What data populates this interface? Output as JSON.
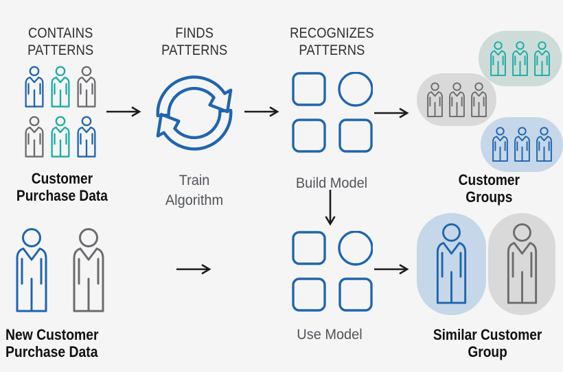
{
  "colors": {
    "blue": "#1e64ad",
    "teal": "#17ada3",
    "gray": "#6a6b6e",
    "blue_fill": "#c5d7e8",
    "teal_fill": "#cddcd9",
    "gray_fill": "#d8d9d8",
    "arrow": "#1c1c1c",
    "icon_blue": "#2065ae",
    "background": "#f5f5f6"
  },
  "top_row": {
    "contains_header": "CONTAINS\nPATTERNS",
    "finds_header": "FINDS\nPATTERNS",
    "recognizes_header": "RECOGNIZES\nPATTERNS",
    "customer_data_label": "Customer\nPurchase Data",
    "train_label": "Train\nAlgorithm",
    "build_label": "Build Model",
    "groups_label": "Customer\nGroups",
    "source_people": [
      [
        "blue",
        "teal",
        "gray"
      ],
      [
        "gray",
        "teal",
        "blue"
      ]
    ],
    "group_pills": [
      {
        "name": "teal-customer-group",
        "fill": "teal_fill",
        "people": [
          "teal",
          "teal",
          "teal"
        ]
      },
      {
        "name": "gray-customer-group",
        "fill": "gray_fill",
        "people": [
          "gray",
          "gray",
          "gray"
        ]
      },
      {
        "name": "blue-customer-group",
        "fill": "blue_fill",
        "people": [
          "blue",
          "blue",
          "blue"
        ]
      }
    ]
  },
  "bottom_row": {
    "new_data_label": "New Customer\nPurchase Data",
    "use_label": "Use Model",
    "similar_label": "Similar Customer\nGroup",
    "new_people": [
      "blue",
      "gray"
    ],
    "similar_ovals": [
      {
        "name": "similar-group-match",
        "fill": "blue_fill",
        "people": [
          "blue"
        ]
      },
      {
        "name": "similar-group-other",
        "fill": "gray_fill",
        "people": [
          "gray"
        ]
      }
    ]
  }
}
